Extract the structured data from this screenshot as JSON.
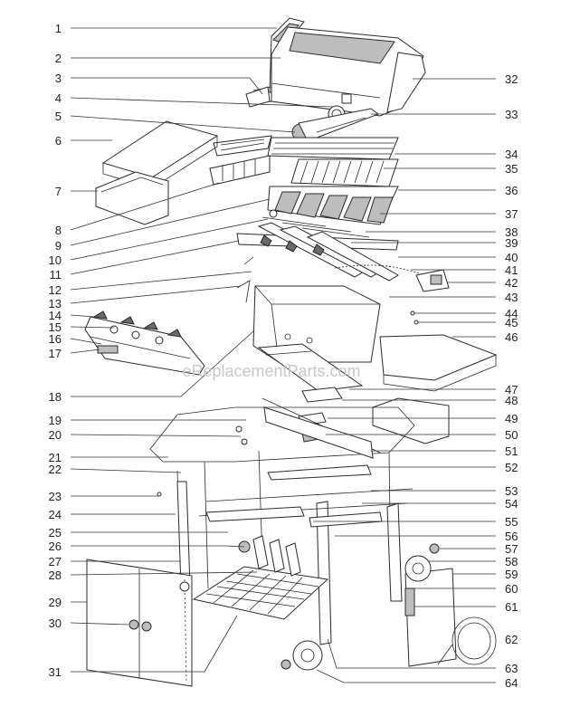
{
  "watermark": "eReplacementParts.com",
  "left_callouts": [
    "1",
    "2",
    "3",
    "4",
    "5",
    "6",
    "7",
    "8",
    "9",
    "10",
    "11",
    "12",
    "13",
    "14",
    "15",
    "16",
    "17",
    "18",
    "19",
    "20",
    "21",
    "22",
    "23",
    "24",
    "25",
    "26",
    "27",
    "28",
    "29",
    "30",
    "31"
  ],
  "right_callouts": [
    "32",
    "33",
    "34",
    "35",
    "36",
    "37",
    "38",
    "39",
    "40",
    "41",
    "42",
    "43",
    "44",
    "45",
    "46",
    "47",
    "48",
    "49",
    "50",
    "51",
    "52",
    "53",
    "54",
    "55",
    "56",
    "57",
    "58",
    "59",
    "60",
    "61",
    "62",
    "63",
    "64"
  ]
}
